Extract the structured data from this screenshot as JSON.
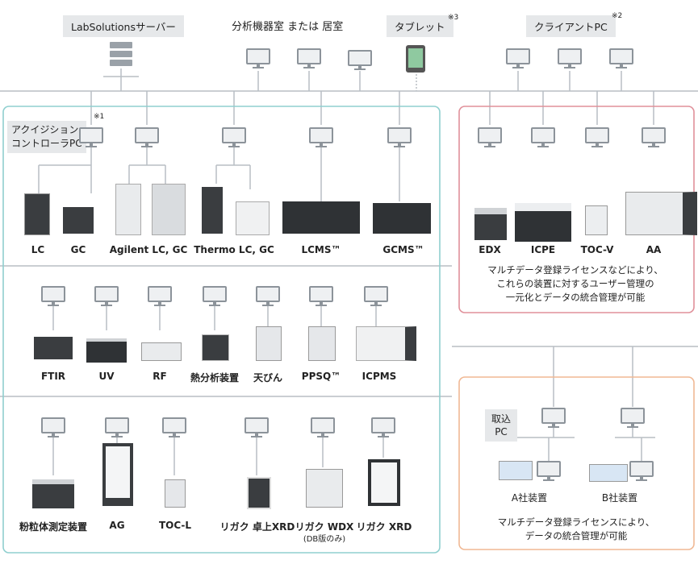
{
  "header": {
    "server": "LabSolutionsサーバー",
    "lab_room": "分析機器室 または 居室",
    "tablet": "タブレット",
    "tablet_note": "※3",
    "client_pc": "クライアントPC",
    "client_note": "※2"
  },
  "acq": {
    "label_line1": "アクイジション",
    "label_line2": "コントローラPC",
    "note": "※1"
  },
  "row1": [
    "LC",
    "GC",
    "Agilent LC, GC",
    "Thermo LC, GC",
    "LCMS™",
    "GCMS™"
  ],
  "row2": [
    "FTIR",
    "UV",
    "RF",
    "熱分析装置",
    "天びん",
    "PPSQ™",
    "ICPMS"
  ],
  "row3": [
    "粉粒体測定装置",
    "AG",
    "TOC-L",
    "リガク 卓上XRD",
    "リガク WDX",
    "リガク XRD"
  ],
  "row3_sub": "(DB版のみ)",
  "pink": {
    "items": [
      "EDX",
      "ICPE",
      "TOC-V",
      "AA"
    ],
    "caption_line1": "マルチデータ登録ライセンスなどにより、",
    "caption_line2": "これらの装置に対するユーザー管理の",
    "caption_line3": "一元化とデータの統合管理が可能"
  },
  "orange": {
    "intake_line1": "取込",
    "intake_line2": "PC",
    "items": [
      "A社装置",
      "B社装置"
    ],
    "caption_line1": "マルチデータ登録ライセンスにより、",
    "caption_line2": "データの統合管理が可能"
  },
  "colors": {
    "teal": "#8fcfcf",
    "pink": "#e0909a",
    "orange": "#f0b894",
    "line": "#b8bec4",
    "label_bg": "#e6e8ea"
  }
}
